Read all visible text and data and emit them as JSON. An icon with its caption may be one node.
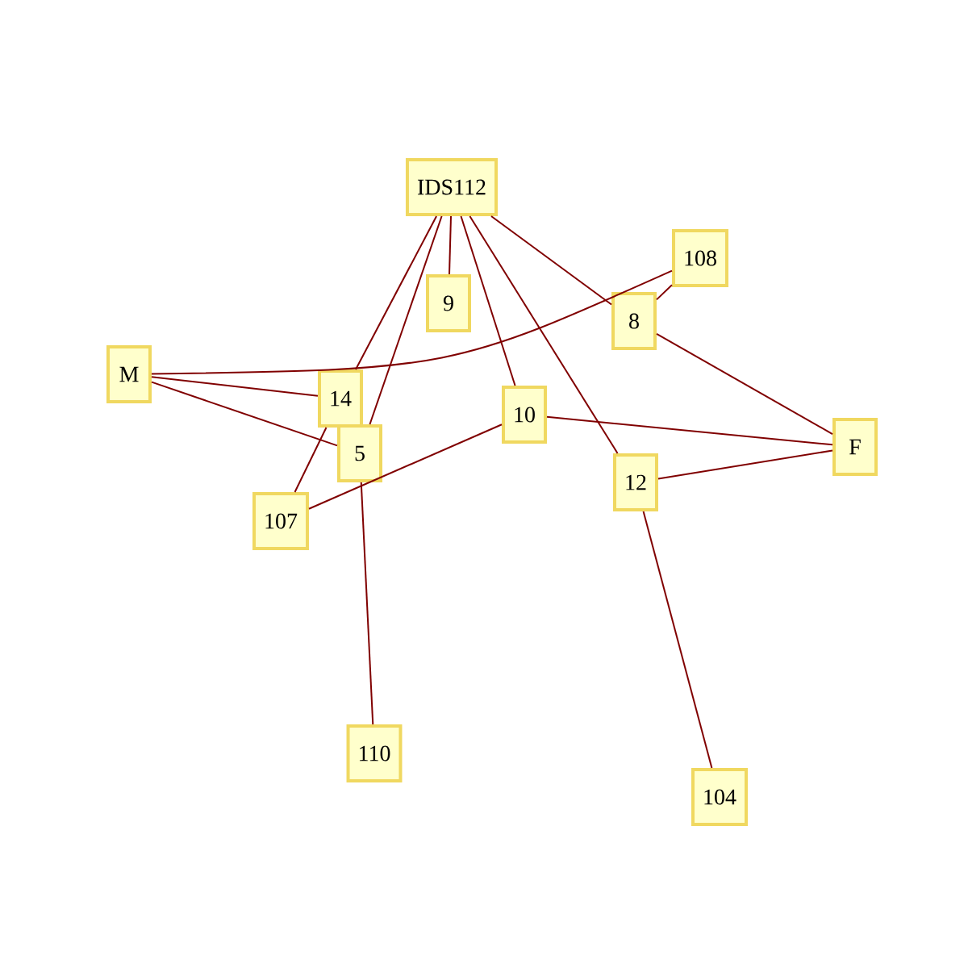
{
  "diagram": {
    "nodes": [
      {
        "text": [
          "IDS112"
        ]
      },
      {
        "text": [
          "108"
        ]
      },
      {
        "text": [
          "9"
        ]
      },
      {
        "text": [
          "8"
        ]
      },
      {
        "text": [
          "M"
        ]
      },
      {
        "text": [
          "14"
        ]
      },
      {
        "text": [
          "10"
        ]
      },
      {
        "text": [
          "F"
        ]
      },
      {
        "text": [
          "5"
        ]
      },
      {
        "text": [
          "12"
        ]
      },
      {
        "text": [
          "107"
        ]
      },
      {
        "text": [
          "110"
        ]
      },
      {
        "text": [
          "104"
        ]
      }
    ],
    "edges": [
      {
        "from": 0,
        "to": 5,
        "arrow": "none"
      },
      {
        "from": 0,
        "to": 8,
        "arrow": "none"
      },
      {
        "from": 0,
        "to": 2,
        "arrow": "none"
      },
      {
        "from": 0,
        "to": 6,
        "arrow": "none"
      },
      {
        "from": 0,
        "to": 9,
        "arrow": "none"
      },
      {
        "from": 0,
        "to": 3,
        "arrow": "none"
      },
      {
        "from": 4,
        "to": 1,
        "arrow": "none"
      },
      {
        "from": 4,
        "to": 5,
        "arrow": "none"
      },
      {
        "from": 4,
        "to": 8,
        "arrow": "none"
      },
      {
        "from": 1,
        "to": 3,
        "arrow": "none"
      },
      {
        "from": 3,
        "to": 7,
        "arrow": "none"
      },
      {
        "from": 5,
        "to": 10,
        "arrow": "none"
      },
      {
        "from": 8,
        "to": 11,
        "arrow": "none"
      },
      {
        "from": 10,
        "to": 6,
        "arrow": "none"
      },
      {
        "from": 6,
        "to": 7,
        "arrow": "none"
      },
      {
        "from": 9,
        "to": 7,
        "arrow": "none"
      },
      {
        "from": 9,
        "to": 12,
        "arrow": "none"
      }
    ]
  }
}
